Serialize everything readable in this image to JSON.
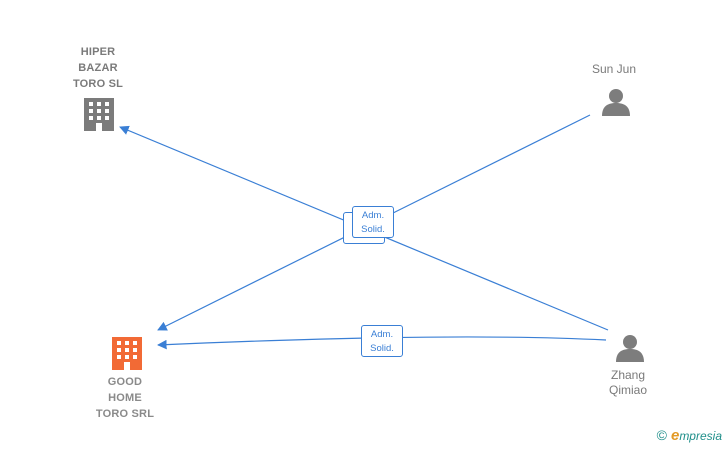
{
  "nodes": {
    "hiper_bazar": {
      "label": "HIPER\nBAZAR\nTORO SL",
      "color": "#7b7b7b",
      "icon": "building-icon"
    },
    "good_home": {
      "label": "GOOD\nHOME\nTORO SRL",
      "color": "#f26a35",
      "icon": "building-icon"
    },
    "sun_jun": {
      "label": "Sun Jun",
      "color": "#7d7d7d",
      "icon": "person-icon"
    },
    "zhang_qimiao": {
      "label": "Zhang\nQimiao",
      "color": "#7d7d7d",
      "icon": "person-icon"
    }
  },
  "edge_labels": {
    "center_back": {
      "line1": "Adm.",
      "line2": "Solid."
    },
    "center_front": {
      "line1": "Adm.",
      "line2": "Solid."
    },
    "bottom": {
      "line1": "Adm.",
      "line2": "Solid."
    }
  },
  "edge_color": "#3a7fd5",
  "brand": {
    "copyright": "©",
    "e": "e",
    "name": "mpresia"
  }
}
